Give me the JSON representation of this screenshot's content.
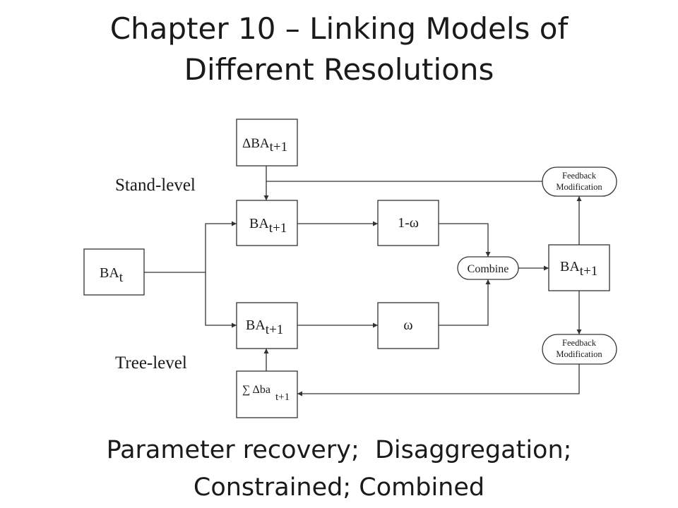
{
  "slide": {
    "title_line1": "Chapter 10 – Linking Models of",
    "title_line2": "Different Resolutions",
    "caption_line1": "Parameter recovery;  Disaggregation;",
    "caption_line2": "Constrained; Combined"
  },
  "diagram": {
    "stand_level_label": "Stand-level",
    "tree_level_label": "Tree-level",
    "input_node": {
      "base": "BA",
      "sub": "t"
    },
    "delta_stand_node": {
      "base": "ΔBA",
      "sub": "t+1"
    },
    "stand_pred_node": {
      "base": "BA",
      "sub": "t+1"
    },
    "tree_pred_node": {
      "base": "BA",
      "sub": "t+1"
    },
    "sum_tree_node": {
      "base": "∑ Δba",
      "sub": "t+1"
    },
    "weight_stand_node": "1-ω",
    "weight_tree_node": "ω",
    "combine_node": "Combine",
    "output_node": {
      "base": "BA",
      "sub": "t+1"
    },
    "feedback_top": {
      "line1": "Feedback",
      "line2": "Modification"
    },
    "feedback_bottom": {
      "line1": "Feedback",
      "line2": "Modification"
    }
  }
}
